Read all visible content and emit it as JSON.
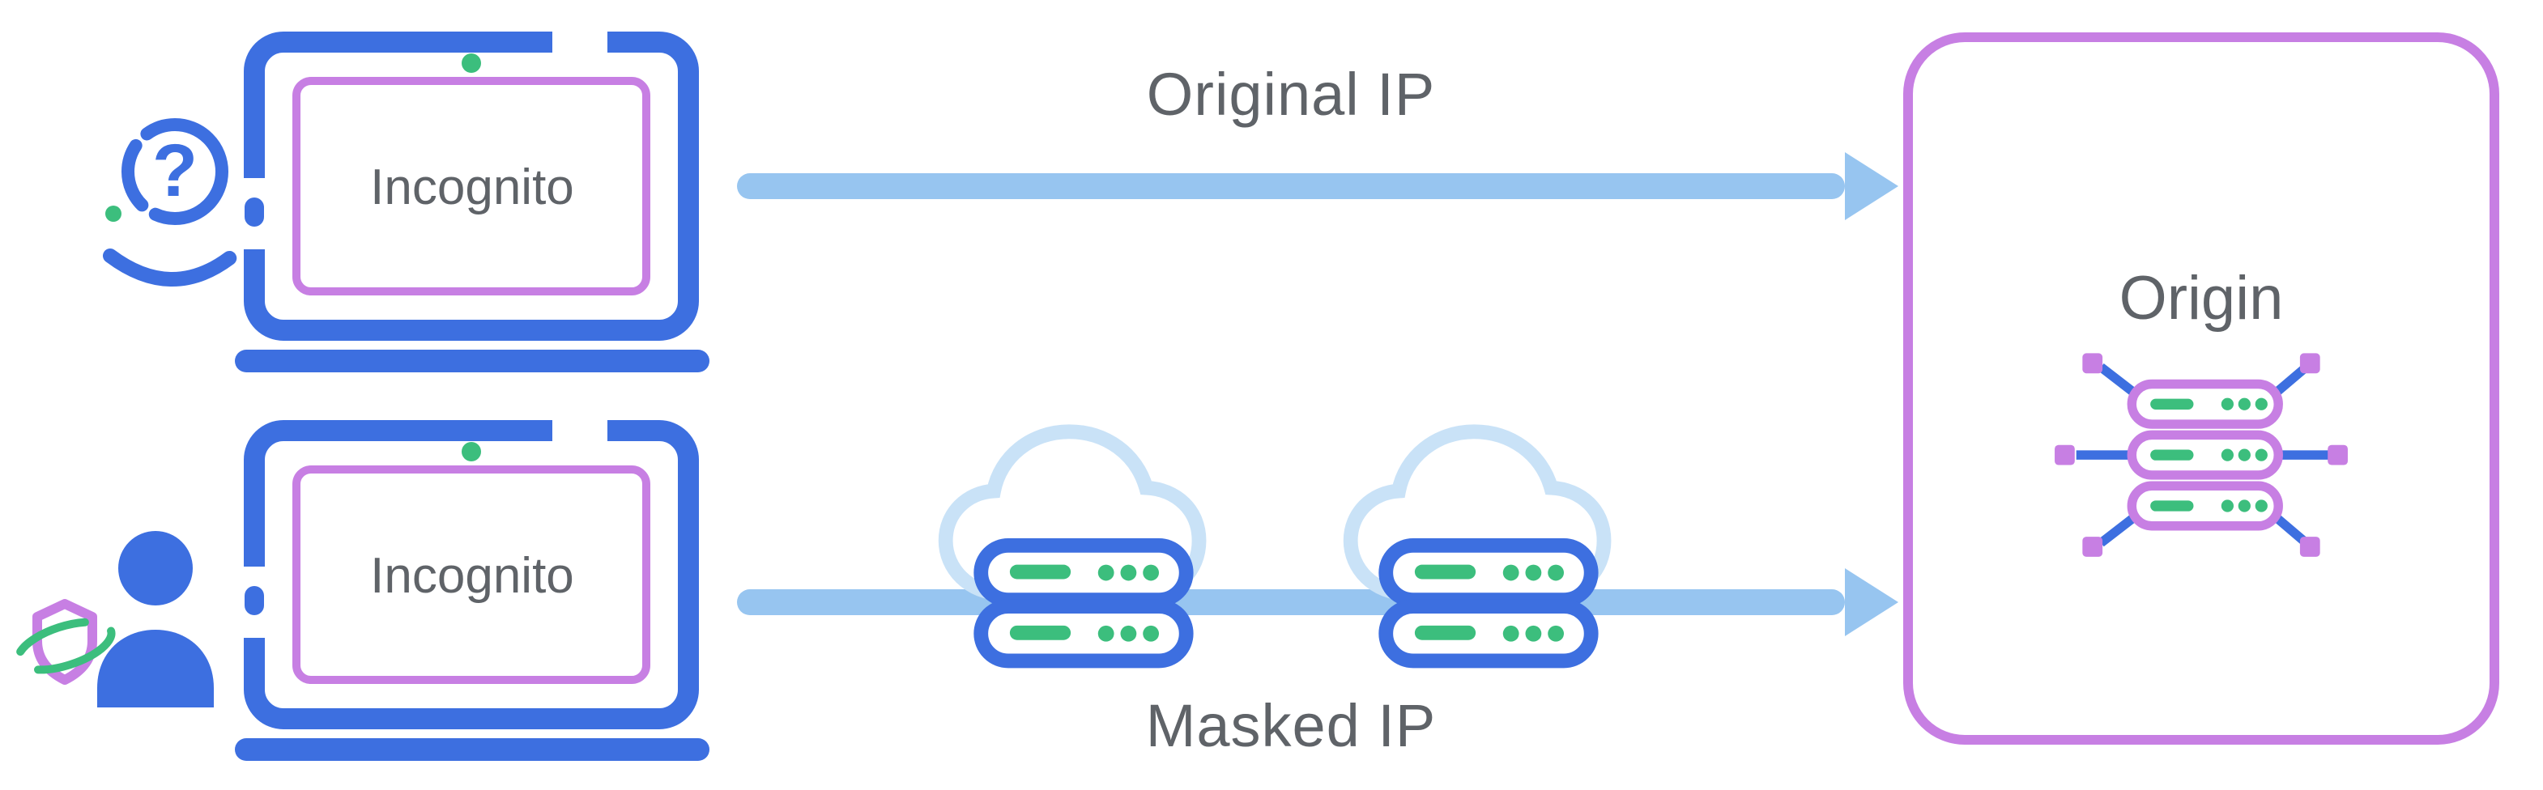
{
  "flows": {
    "top": {
      "device_label": "Incognito",
      "path_label": "Original IP"
    },
    "bottom": {
      "device_label": "Incognito",
      "path_label": "Masked IP"
    }
  },
  "origin": {
    "label": "Origin"
  },
  "icons": {
    "top_user": "anonymous-user-question-icon",
    "bottom_user": "protected-user-shield-icon",
    "proxy_1": "cloud-proxy-server-icon",
    "proxy_2": "cloud-proxy-server-icon",
    "origin_server": "origin-server-network-icon",
    "status_dot": "green-status-dot"
  },
  "colors": {
    "device_blue": "#3D6FE0",
    "arrow_blue": "#97C5F0",
    "cloud_blue": "#C9E2F7",
    "purple": "#C77FE3",
    "green": "#3CBE7D",
    "text_gray": "#5F6368"
  }
}
